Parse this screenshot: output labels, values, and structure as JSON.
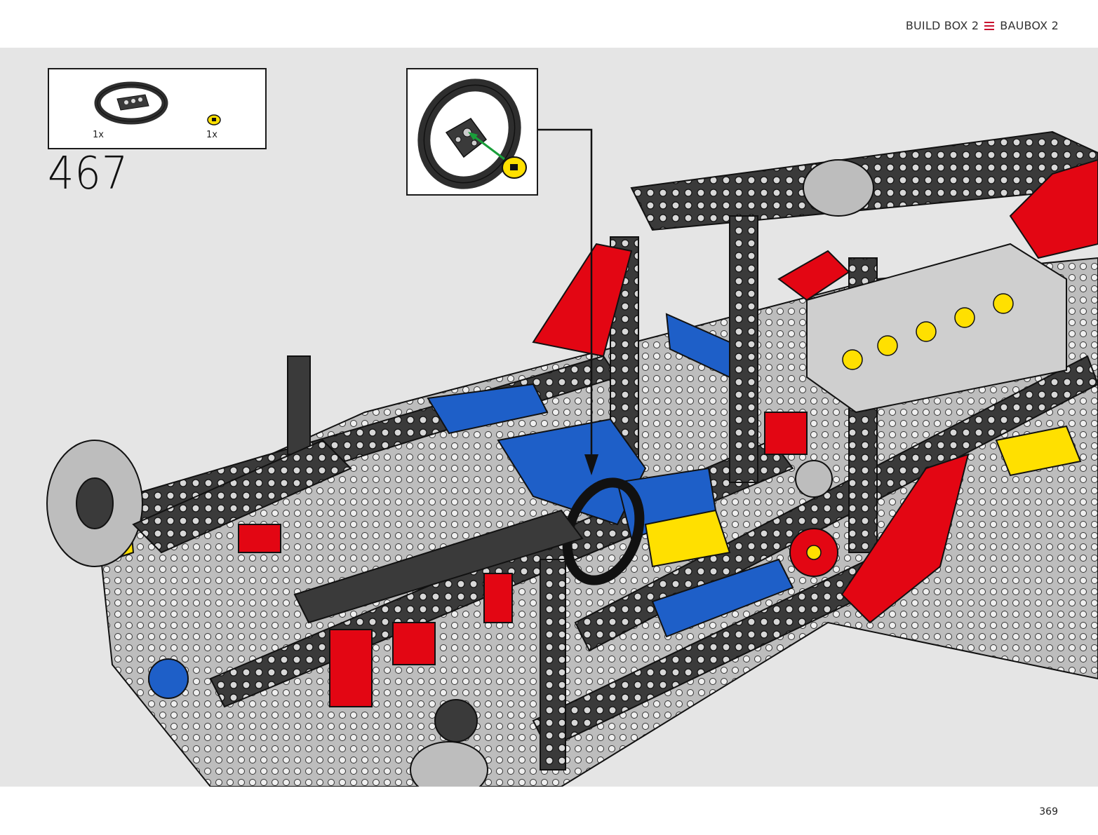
{
  "header": {
    "left_label": "BUILD BOX 2",
    "right_label": "BAUBOX 2",
    "accent": "#c8102e"
  },
  "parts": [
    {
      "name": "steering-wheel",
      "qty": "1x"
    },
    {
      "name": "hub-cap",
      "qty": "1x"
    }
  ],
  "step": {
    "number": "467"
  },
  "callout": {
    "icon": "steering-wheel-assembly"
  },
  "colors": {
    "red": "#e30613",
    "blue": "#1e5fc8",
    "yellow": "#ffe000",
    "dark": "#3a3a3a",
    "light": "#c8c8c8",
    "background": "#e5e5e5"
  },
  "footer": {
    "page_number": "369"
  }
}
